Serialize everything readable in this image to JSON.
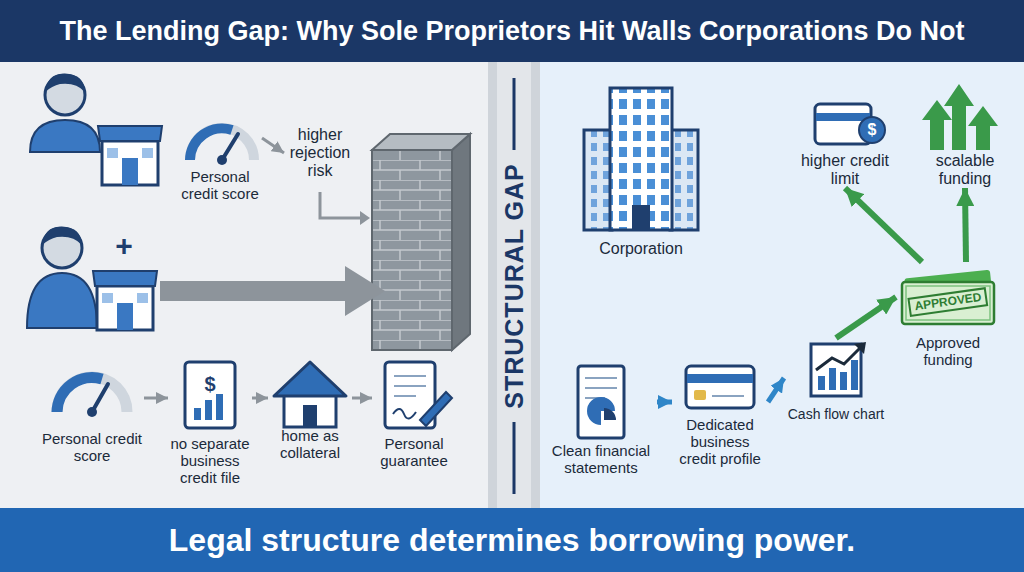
{
  "diagram": {
    "title": "The Lending Gap: Why Sole Proprietors Hit Walls Corporations Do Not",
    "caption": "Legal structure determines borrowing power.",
    "nodes": [
      {
        "text": [
          "Personal credit score"
        ]
      },
      {
        "text": [
          "higher rejection risk"
        ]
      },
      {
        "text": [
          "Personal credit score"
        ]
      },
      {
        "text": [
          "no separate business credit file"
        ]
      },
      {
        "text": [
          "home as collateral"
        ]
      },
      {
        "text": [
          "Personal guarantee"
        ]
      },
      {
        "text": [
          "Corporation"
        ]
      },
      {
        "text": [
          "higher credit limit"
        ]
      },
      {
        "text": [
          "scalable funding"
        ]
      },
      {
        "text": [
          "Clean financial statements"
        ]
      },
      {
        "text": [
          "Dedicated business credit profile"
        ]
      },
      {
        "text": [
          "Cash flow chart"
        ]
      },
      {
        "text": [
          "APPROVED",
          "Approved funding"
        ]
      }
    ],
    "edges": [
      {
        "from": 0,
        "to": 1,
        "arrow": "to"
      },
      {
        "from": 2,
        "to": 3,
        "arrow": "to"
      },
      {
        "from": 3,
        "to": 4,
        "arrow": "to"
      },
      {
        "from": 4,
        "to": 5,
        "arrow": "to"
      },
      {
        "from": 9,
        "to": 10,
        "arrow": "to"
      },
      {
        "from": 10,
        "to": 11,
        "arrow": "to"
      },
      {
        "from": 11,
        "to": 12,
        "arrow": "to"
      },
      {
        "from": 12,
        "to": 7,
        "arrow": "to"
      },
      {
        "from": 12,
        "to": 8,
        "arrow": "to"
      }
    ],
    "labels": [
      "+",
      "$",
      "$",
      "STRUCTURAL GAP"
    ]
  }
}
